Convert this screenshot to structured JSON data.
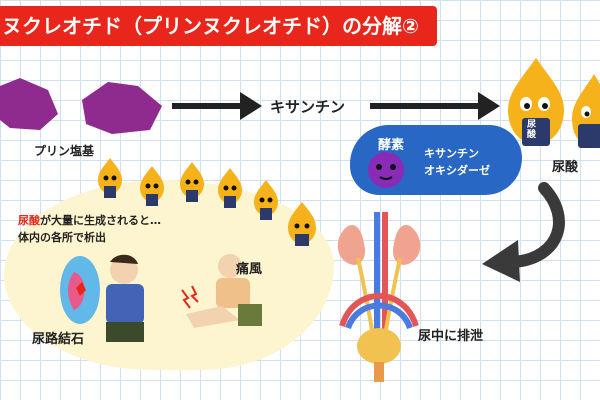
{
  "title": "ヌクレオチド（プリンヌクレオチド）の分解②",
  "labels": {
    "purine_base": "プリン塩基",
    "xanthine": "キサンチン",
    "enzyme": "酵素",
    "xanthine_oxidase_line1": "キサンチン",
    "xanthine_oxidase_line2": "オキシダーゼ",
    "uric_acid": "尿酸",
    "excretion": "尿中に排泄",
    "gout": "痛風",
    "kidney_stone": "尿路結石",
    "uric_acid_in_note": "尿酸",
    "note_line1_rest": "が大量に生成されると…",
    "note_line2": "体内の各所で析出"
  },
  "mascot_badge": "尿\n酸",
  "colors": {
    "title_band": "#e8261b",
    "mascot": "#f5b21a",
    "mascot_body": "#2b3a6b",
    "enzyme": "#8a2bb8",
    "purine": "#8f2a8e",
    "accent_red": "#e8261b"
  }
}
